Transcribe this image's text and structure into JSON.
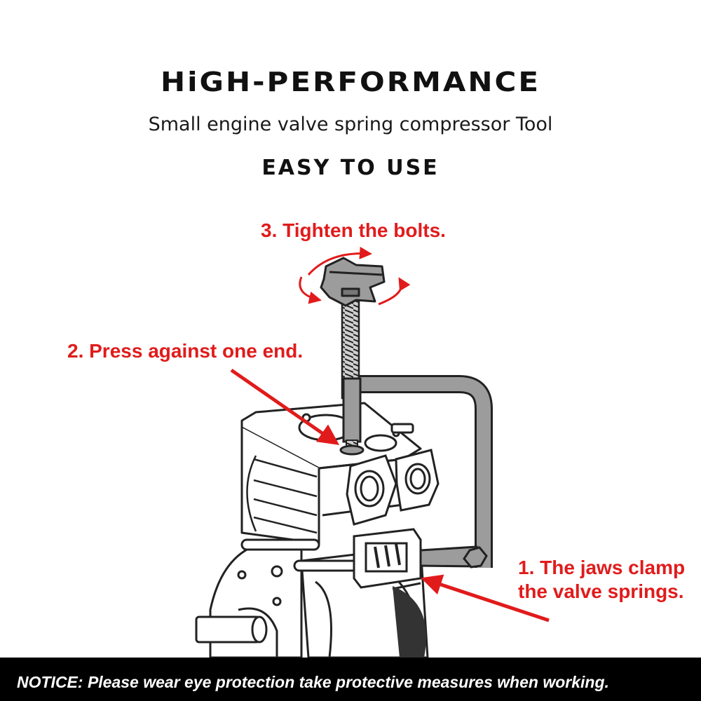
{
  "header": {
    "headline": "HiGH-PERFORMANCE",
    "subhead": "Small engine valve spring compressor Tool",
    "tagline": "EASY TO USE"
  },
  "steps": [
    {
      "text": "3. Tighten the bolts."
    },
    {
      "text": "2. Press against one end."
    },
    {
      "line1": "1. The jaws clamp",
      "line2": "the valve springs."
    }
  ],
  "notice": {
    "text": "NOTICE: Please wear eye protection take protective measures when working."
  },
  "colors": {
    "accent": "#e11b1b",
    "text": "#111111",
    "notice_bg": "#000000",
    "notice_text": "#ffffff",
    "tool_body": "#9c9c9c"
  },
  "icons": [
    "rotation-arrows-icon",
    "pointer-arrow-icon"
  ]
}
